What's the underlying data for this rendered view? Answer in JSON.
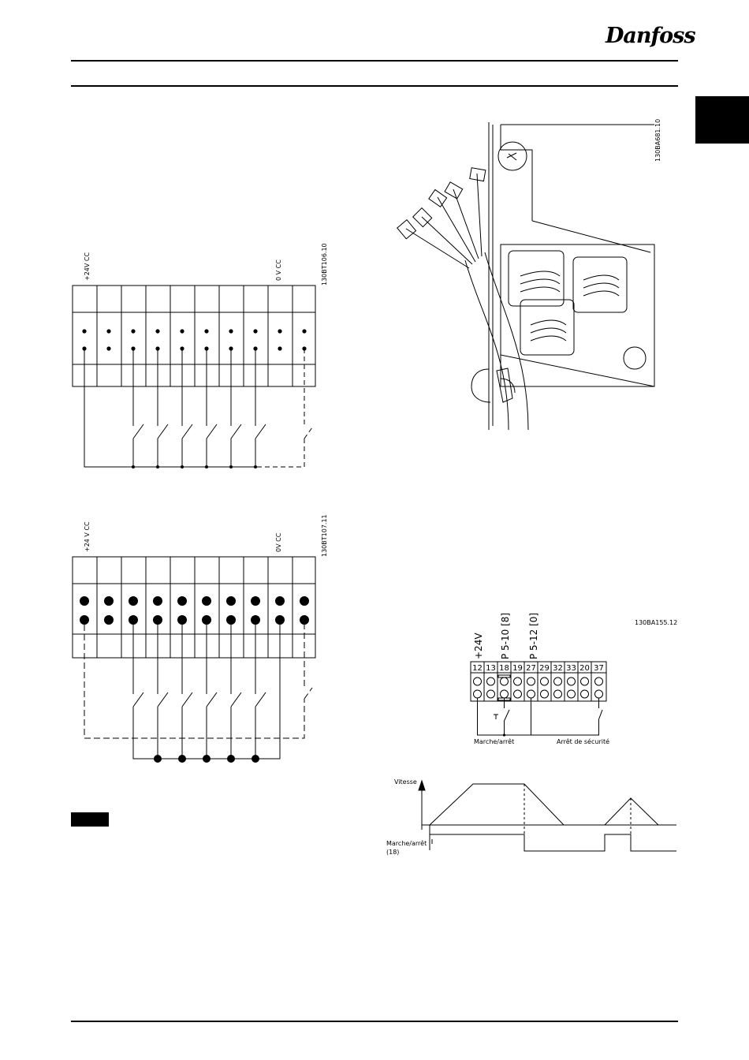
{
  "header": {
    "brand": "Danfoss"
  },
  "figures": {
    "wiring_pnp": {
      "supply_label": "+24V CC",
      "zero_label": "0 V CC",
      "code": "130BT106.10"
    },
    "wiring_npn": {
      "supply_label": "+24 V CC",
      "zero_label": "0V CC",
      "code": "130BT107.11"
    },
    "cable_photo": {
      "code": "130BA681.10"
    },
    "start_stop": {
      "code": "130BA155.12",
      "supply_label": "+24V",
      "param_a": "P 5-10 [8]",
      "param_b": "P 5-12 [0]",
      "terminals": [
        "12",
        "13",
        "18",
        "19",
        "27",
        "29",
        "32",
        "33",
        "20",
        "37"
      ],
      "start_stop_label": "Marche/arrêt",
      "safe_stop_label": "Arrêt de sécurité",
      "speed_label": "Vitesse",
      "input_label_line1": "Marche/arrêt",
      "input_label_line2": "(18)"
    }
  }
}
